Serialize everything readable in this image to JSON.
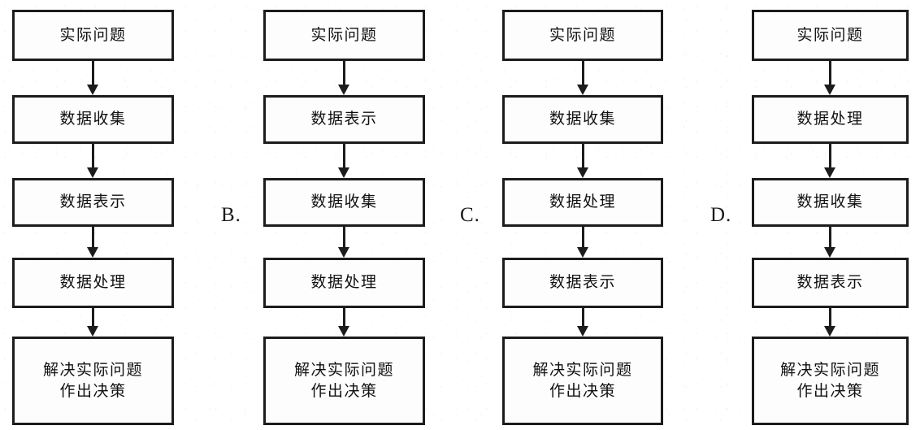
{
  "page": {
    "kind": "multiple-choice-flowchart-figure",
    "option_count": 4
  },
  "labels": {
    "b": "B.",
    "c": "C.",
    "d": "D."
  },
  "steps": {
    "real_problem": "实际问题",
    "data_collection": "数据收集",
    "data_representation": "数据表示",
    "data_processing": "数据处理",
    "solve_decide": "解决实际问题\n作出决策"
  },
  "options": [
    {
      "id": "A",
      "label": "",
      "nodes": [
        "实际问题",
        "数据收集",
        "数据表示",
        "数据处理",
        "解决实际问题\n作出决策"
      ]
    },
    {
      "id": "B",
      "label": "B.",
      "nodes": [
        "实际问题",
        "数据表示",
        "数据收集",
        "数据处理",
        "解决实际问题\n作出决策"
      ]
    },
    {
      "id": "C",
      "label": "C.",
      "nodes": [
        "实际问题",
        "数据收集",
        "数据处理",
        "数据表示",
        "解决实际问题\n作出决策"
      ]
    },
    {
      "id": "D",
      "label": "D.",
      "nodes": [
        "实际问题",
        "数据处理",
        "数据收集",
        "数据表示",
        "解决实际问题\n作出决策"
      ]
    }
  ],
  "colors": {
    "stroke": "#1c1c1c",
    "fill": "#fdfdfd",
    "text": "#111111",
    "background": "#ffffff"
  }
}
